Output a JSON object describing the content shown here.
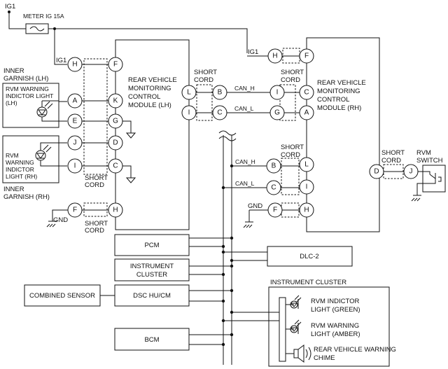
{
  "power": {
    "ig1_top": "IG1",
    "fuse": "METER IG 15A",
    "ig1_left": "IG1",
    "ig1_right": "IG1"
  },
  "garnish_lh": {
    "title_1": "INNER",
    "title_2": "GARNISH (LH)",
    "lamp_1": "RVM WARNING",
    "lamp_2": "INDICTOR LIGHT",
    "lamp_3": "(LH)"
  },
  "garnish_rh": {
    "lamp_1": "RVM",
    "lamp_2": "WARNING",
    "lamp_3": "INDICTOR",
    "lamp_4": "LIGHT (RH)",
    "title_1": "INNER",
    "title_2": "GARNISH (RH)"
  },
  "module_lh": {
    "line1": "REAR VEHICLE",
    "line2": "MONITORING",
    "line3": "CONTROL",
    "line4": "MODULE (LH)"
  },
  "module_rh": {
    "line1": "REAR VEHICLE",
    "line2": "MONITORING",
    "line3": "CONTROL",
    "line4": "MODULE (RH)"
  },
  "short_cord": {
    "line1": "SHORT",
    "line2": "CORD"
  },
  "signals": {
    "can_h": "CAN_H",
    "can_l": "CAN_L",
    "gnd": "GND"
  },
  "pins": {
    "H": "H",
    "F": "F",
    "A": "A",
    "E": "E",
    "J": "J",
    "I": "I",
    "K": "K",
    "G": "G",
    "D": "D",
    "C": "C",
    "L": "L",
    "B": "B"
  },
  "rvm_switch": {
    "line1": "RVM",
    "line2": "SWITCH"
  },
  "units": {
    "pcm": "PCM",
    "instrument_cluster_1": "INSTRUMENT",
    "instrument_cluster_2": "CLUSTER",
    "dsc": "DSC HU/CM",
    "combined_sensor": "COMBINED SENSOR",
    "bcm": "BCM",
    "dlc": "DLC-2"
  },
  "cluster_panel": {
    "title": "INSTRUMENT CLUSTER",
    "green_1": "RVM INDICTOR",
    "green_2": "LIGHT (GREEN)",
    "amber_1": "RVM WARNING",
    "amber_2": "LIGHT (AMBER)",
    "chime_1": "REAR VEHICLE WARNING",
    "chime_2": "CHIME"
  }
}
